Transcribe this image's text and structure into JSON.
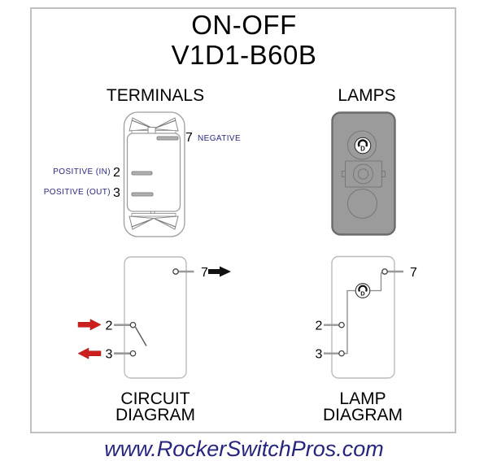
{
  "title": {
    "line1": "ON-OFF",
    "line2": "V1D1-B60B"
  },
  "terminals": {
    "heading": "TERMINALS",
    "terminal7": {
      "number": "7",
      "label": "NEGATIVE"
    },
    "terminal2": {
      "number": "2",
      "label": "POSITIVE (IN)"
    },
    "terminal3": {
      "number": "3",
      "label": "POSITIVE (OUT)"
    }
  },
  "lamps": {
    "heading": "LAMPS",
    "lamp_letter": "D"
  },
  "circuit_diagram": {
    "heading_line1": "CIRCUIT",
    "heading_line2": "DIAGRAM",
    "terminal7": "7",
    "terminal2": "2",
    "terminal3": "3"
  },
  "lamp_diagram": {
    "heading_line1": "LAMP",
    "heading_line2": "DIAGRAM",
    "terminal7": "7",
    "terminal2": "2",
    "terminal3": "3",
    "lamp_letter": "D"
  },
  "footer": {
    "url": "www.RockerSwitchPros.com"
  },
  "colors": {
    "navy": "#28287E",
    "red_arrow": "#CE1F1F",
    "black_arrow": "#111111",
    "switch_body_gray": "#9B9B9B",
    "line_gray": "#999999",
    "border_gray": "#C0C0C0"
  }
}
